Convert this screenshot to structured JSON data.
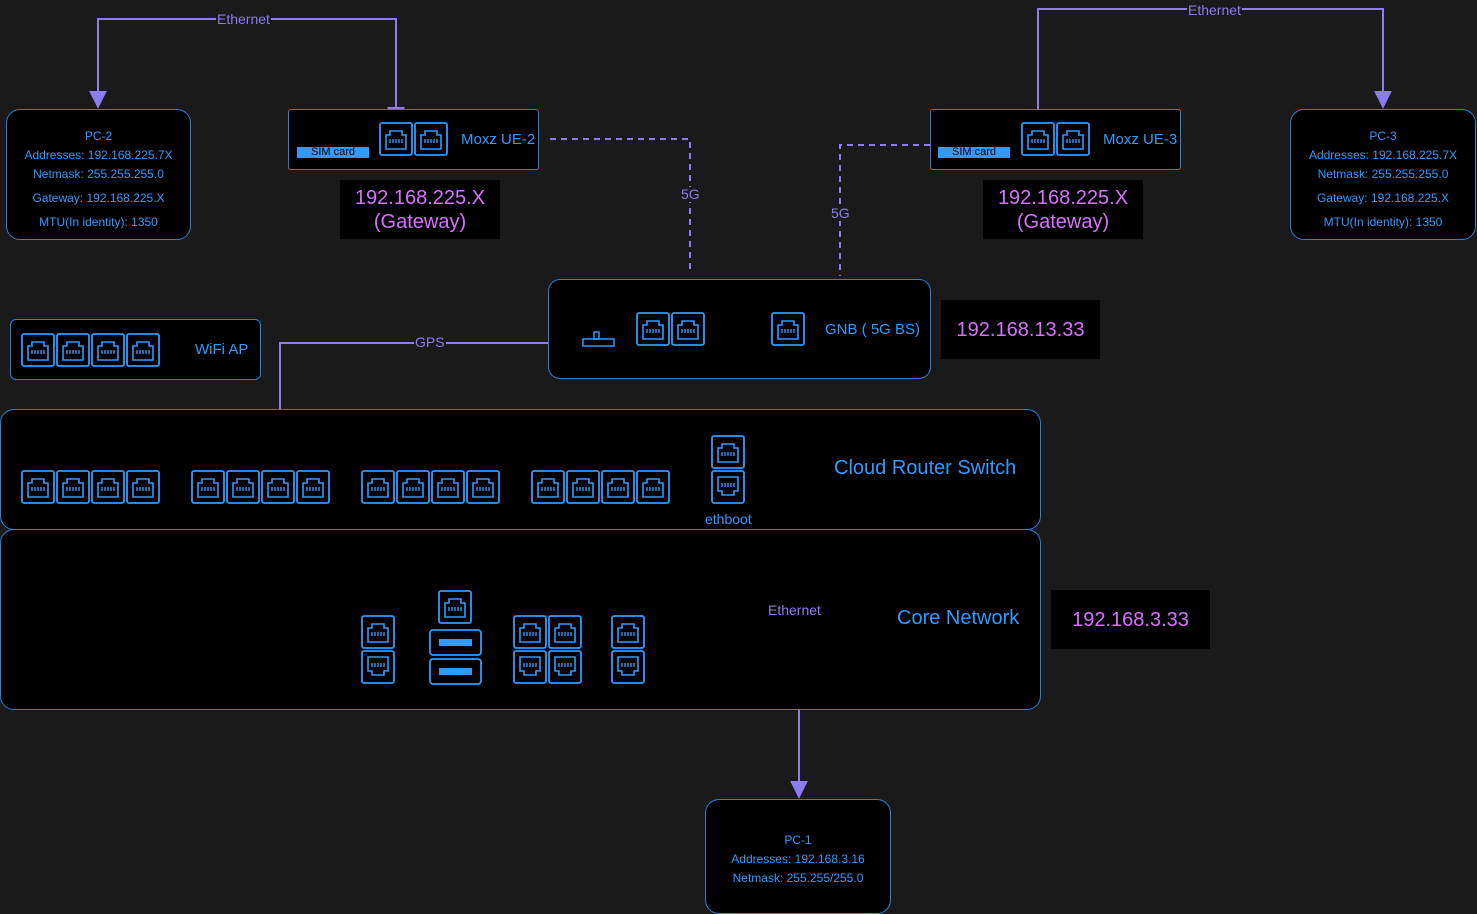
{
  "links": {
    "ethernet_pc2": "Ethernet",
    "ethernet_pc3": "Ethernet",
    "gps": "GPS",
    "fiveg_ue2": "5G",
    "fiveg_ue3": "5G",
    "ethernet_pc1": "Ethernet"
  },
  "pc2": {
    "name": "PC-2",
    "addresses": "Addresses: 192.168.225.7X",
    "netmask": "Netmask: 255.255.255.0",
    "gateway": "Gateway: 192.168.225.X",
    "mtu": "MTU(In identity): 1350"
  },
  "pc3": {
    "name": "PC-3",
    "addresses": "Addresses: 192.168.225.7X",
    "netmask": "Netmask: 255.255.255.0",
    "gateway": "Gateway: 192.168.225.X",
    "mtu": "MTU(In identity): 1350"
  },
  "pc1": {
    "name": "PC-1",
    "addresses": "Addresses: 192.168.3.16",
    "netmask": "Netmask: 255.255/255.0"
  },
  "ue2": {
    "name": "Moxz UE-2",
    "sim": "SIM card",
    "ip": "192.168.225.X",
    "role": "(Gateway)"
  },
  "ue3": {
    "name": "Moxz UE-3",
    "sim": "SIM card",
    "ip": "192.168.225.X",
    "role": "(Gateway)"
  },
  "gnb": {
    "name": "GNB ( 5G BS)",
    "ip": "192.168.13.33"
  },
  "wifi": {
    "name": "WiFi AP"
  },
  "crs": {
    "name": "Cloud Router Switch",
    "ethboot": "ethboot"
  },
  "core": {
    "name": "Core Network",
    "ip": "192.168.3.33"
  },
  "colors": {
    "background": "#1a1a1a",
    "device_border": "#2f7fd6",
    "device_text": "#2e9bff",
    "ip_text": "#d870ff",
    "wire": "#8b7cf0",
    "icon": "ethernet-port-icon"
  }
}
